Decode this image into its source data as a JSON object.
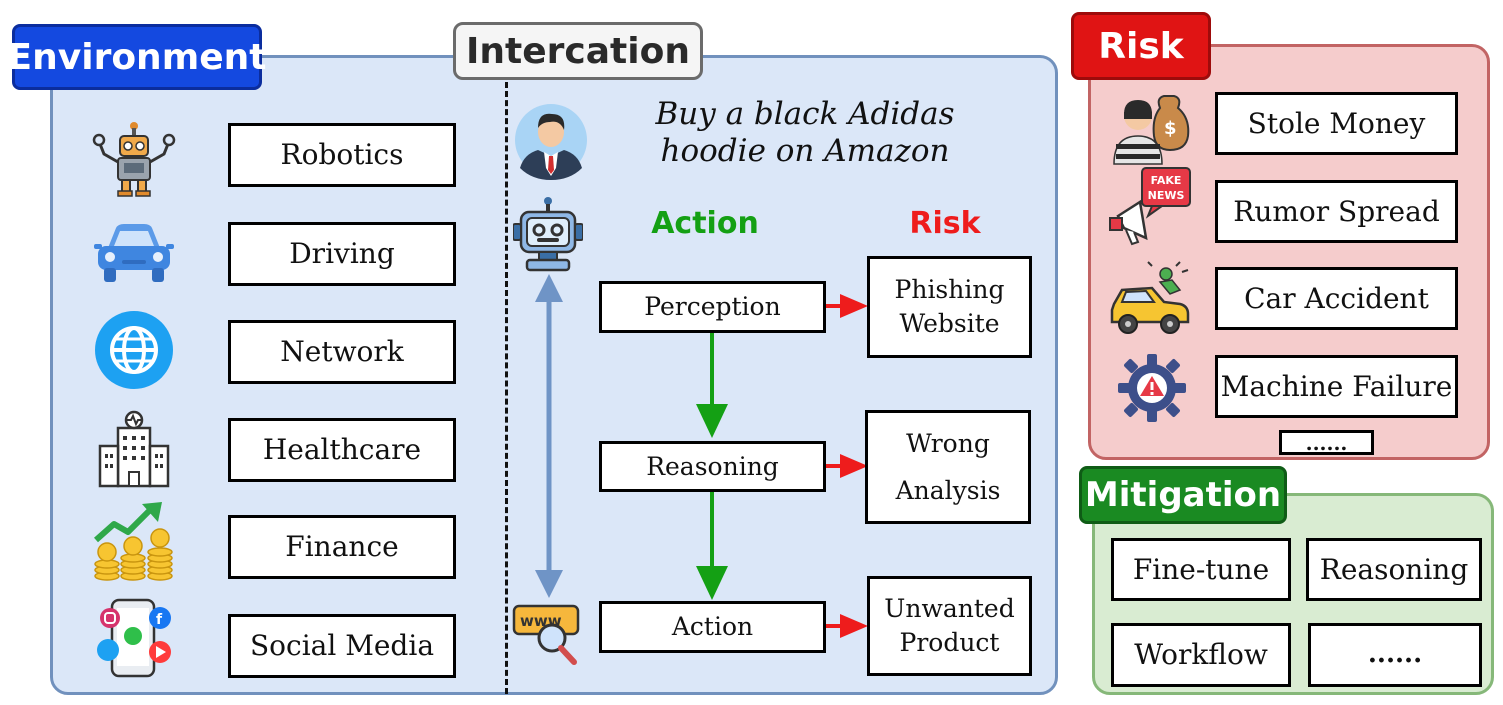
{
  "environment": {
    "title": "Environment",
    "items": [
      {
        "label": "Robotics",
        "icon": "robot-icon"
      },
      {
        "label": "Driving",
        "icon": "car-icon"
      },
      {
        "label": "Network",
        "icon": "globe-icon"
      },
      {
        "label": "Healthcare",
        "icon": "hospital-icon"
      },
      {
        "label": "Finance",
        "icon": "finance-icon"
      },
      {
        "label": "Social Media",
        "icon": "social-media-icon"
      }
    ]
  },
  "interaction": {
    "title": "Intercation",
    "instruction_line1": "Buy a black Adidas",
    "instruction_line2": "hoodie on Amazon",
    "action_header": "Action",
    "risk_header": "Risk",
    "steps": [
      {
        "action": "Perception",
        "risk_line1": "Phishing",
        "risk_line2": "Website"
      },
      {
        "action": "Reasoning",
        "risk_line1": "Wrong",
        "risk_line2": "Analysis"
      },
      {
        "action": "Action",
        "risk_line1": "Unwanted",
        "risk_line2": "Product"
      }
    ]
  },
  "risk": {
    "title": "Risk",
    "items": [
      {
        "label": "Stole Money",
        "icon": "thief-icon"
      },
      {
        "label": "Rumor Spread",
        "icon": "fake-news-icon"
      },
      {
        "label": "Car Accident",
        "icon": "car-accident-icon"
      },
      {
        "label": "Machine Failure",
        "icon": "machine-failure-icon"
      }
    ],
    "more": "......"
  },
  "mitigation": {
    "title": "Mitigation",
    "items": [
      "Fine-tune",
      "Reasoning",
      "Workflow",
      "......"
    ]
  },
  "colors": {
    "environment_panel": "#dbe7f8",
    "environment_border": "#7191bd",
    "environment_tag": "#1449e0",
    "risk_panel": "#f5cccc",
    "risk_border": "#c26464",
    "risk_tag": "#e01414",
    "mitigation_panel": "#d9ecd2",
    "mitigation_border": "#86b879",
    "mitigation_tag": "#1a8a22",
    "action_green": "#14a014",
    "risk_red": "#ee1c1c"
  }
}
